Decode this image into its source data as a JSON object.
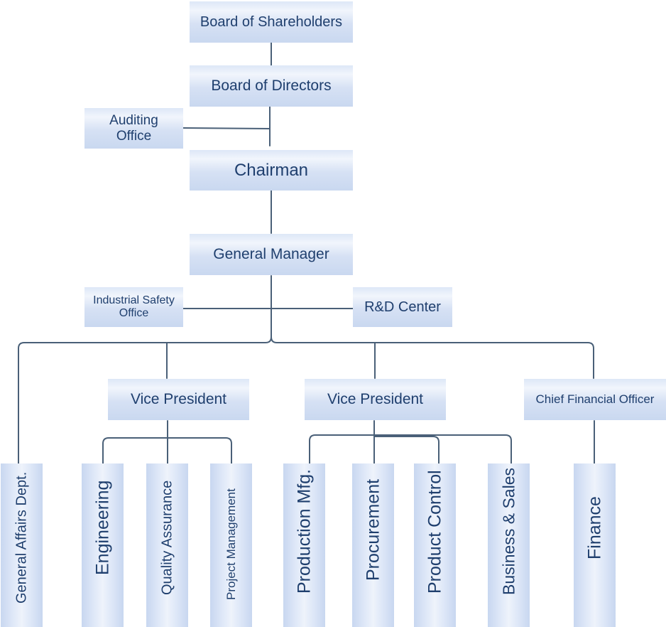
{
  "colors": {
    "connector": "#4a6078",
    "text": "#1f3f6e",
    "box_light": "#eef3fb",
    "box_dark": "#c9d8f0"
  },
  "nodes": {
    "board_of_shareholders": "Board of Shareholders",
    "board_of_directors": "Board of Directors",
    "auditing_office": "Auditing Office",
    "chairman": "Chairman",
    "general_manager": "General Manager",
    "industrial_safety_office": "Industrial Safety Office",
    "rd_center": "R&D Center",
    "vice_president_1": "Vice President",
    "vice_president_2": "Vice President",
    "chief_financial_officer": "Chief Financial Officer",
    "general_affairs_dept": "General Affairs Dept.",
    "engineering": "Engineering",
    "quality_assurance": "Quality Assurance",
    "project_management": "Project Management",
    "production_mfg": "Production Mfg.",
    "procurement": "Procurement",
    "product_control": "Product Control",
    "business_sales": "Business & Sales",
    "finance": "Finance"
  }
}
